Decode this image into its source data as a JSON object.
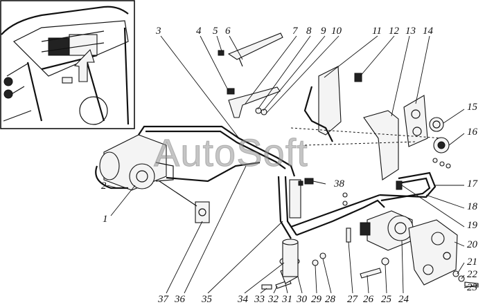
{
  "watermark": "AutoSoft",
  "callouts": {
    "c1": "1",
    "c2": "2",
    "c3": "3",
    "c4": "4",
    "c5": "5",
    "c6": "6",
    "c7": "7",
    "c8": "8",
    "c9": "9",
    "c10": "10",
    "c11": "11",
    "c12": "12",
    "c13": "13",
    "c14": "14",
    "c15": "15",
    "c16": "16",
    "c17": "17",
    "c18": "18",
    "c19": "19",
    "c20": "20",
    "c21": "21",
    "c22": "22",
    "c23": "23",
    "c24": "24",
    "c25": "25",
    "c26": "26",
    "c27": "27",
    "c28": "28",
    "c29": "29",
    "c30": "30",
    "c31": "31",
    "c32": "32",
    "c33": "33",
    "c34": "34",
    "c35": "35",
    "c36": "36",
    "c37": "37",
    "c38": "38"
  }
}
